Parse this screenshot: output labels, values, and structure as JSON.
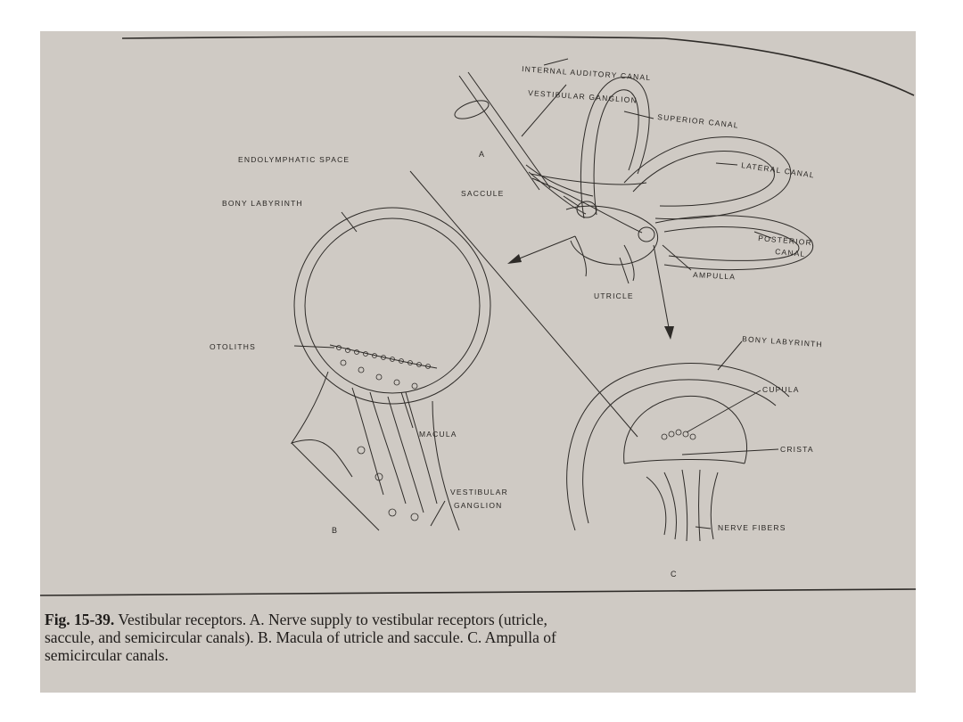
{
  "labels": {
    "internal_auditory_canal": "INTERNAL AUDITORY CANAL",
    "vestibular_ganglion_a": "VESTIBULAR GANGLION",
    "superior_canal": "SUPERIOR CANAL",
    "endolymphatic_space": "ENDOLYMPHATIC SPACE",
    "panel_a": "A",
    "lateral_canal": "LATERAL CANAL",
    "bony_labyrinth_b": "BONY LABYRINTH",
    "saccule": "SACCULE",
    "posterior_canal_1": "POSTERIOR",
    "posterior_canal_2": "CANAL",
    "ampulla": "AMPULLA",
    "utricle": "UTRICLE",
    "otoliths": "OTOLITHS",
    "bony_labyrinth_c": "BONY LABYRINTH",
    "cupula": "CUPULA",
    "macula": "MACULA",
    "crista": "CRISTA",
    "vestibular_ganglion_b_1": "VESTIBULAR",
    "vestibular_ganglion_b_2": "GANGLION",
    "nerve_fibers": "NERVE FIBERS",
    "panel_b": "B",
    "panel_c": "C"
  },
  "caption": {
    "figure_number": "Fig. 15-39.",
    "line1": " Vestibular receptors. A. Nerve supply to vestibular receptors (utricle,",
    "line2": "saccule, and semicircular canals). B. Macula of utricle and saccule. C. Ampulla of",
    "line3": "semicircular canals."
  },
  "colors": {
    "page": "#cfcac4",
    "ink": "#2a2724"
  }
}
